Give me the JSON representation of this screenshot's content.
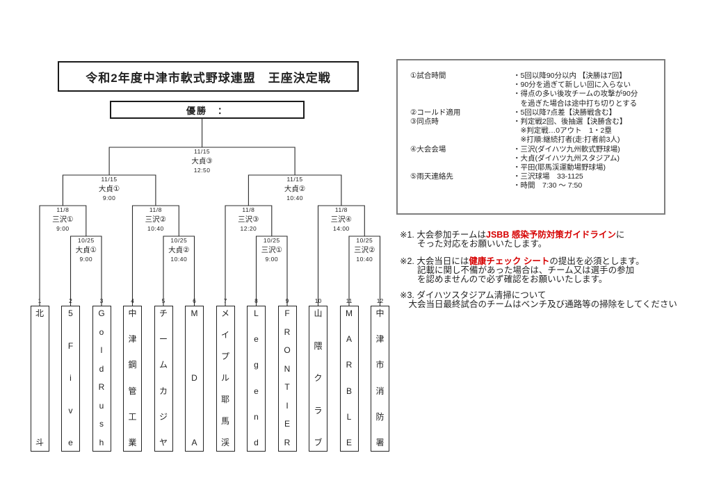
{
  "page": {
    "title": "令和2年度中津市軟式野球連盟　王座決定戦",
    "champion_label": "優勝　："
  },
  "bracket": {
    "teams": [
      {
        "seed": "1",
        "name": "北斗"
      },
      {
        "seed": "2",
        "name": "5Five"
      },
      {
        "seed": "3",
        "name": "GoldRush"
      },
      {
        "seed": "4",
        "name": "中津鋼管工業"
      },
      {
        "seed": "5",
        "name": "チームカジヤ"
      },
      {
        "seed": "6",
        "name": "MDA"
      },
      {
        "seed": "7",
        "name": "メイプル耶馬渓"
      },
      {
        "seed": "8",
        "name": "Legend"
      },
      {
        "seed": "9",
        "name": "FRONTIER"
      },
      {
        "seed": "10",
        "name": "山隈クラブ"
      },
      {
        "seed": "11",
        "name": "MARBLE"
      },
      {
        "seed": "12",
        "name": "中津市消防署"
      }
    ],
    "rounds": {
      "round1": [
        {
          "date": "10/25",
          "venue": "大貞①",
          "time": "9:00"
        },
        {
          "date": "10/25",
          "venue": "大貞②",
          "time": "10:40"
        },
        {
          "date": "10/25",
          "venue": "三沢①",
          "time": "9:00"
        },
        {
          "date": "10/25",
          "venue": "三沢②",
          "time": "10:40"
        }
      ],
      "quarterfinals": [
        {
          "date": "11/8",
          "venue": "三沢①",
          "time": "9:00"
        },
        {
          "date": "11/8",
          "venue": "三沢②",
          "time": "10:40"
        },
        {
          "date": "11/8",
          "venue": "三沢③",
          "time": "12:20"
        },
        {
          "date": "11/8",
          "venue": "三沢④",
          "time": "14:00"
        }
      ],
      "semifinals": [
        {
          "date": "11/15",
          "venue": "大貞①",
          "time": "9:00"
        },
        {
          "date": "11/15",
          "venue": "大貞②",
          "time": "10:40"
        }
      ],
      "final": {
        "date": "11/15",
        "venue": "大貞③",
        "time": "12:50"
      }
    }
  },
  "info_panel": {
    "rows": [
      {
        "label": "①試合時間",
        "value": "・5回以降90分以内 【決勝は7回】"
      },
      {
        "label": "",
        "value": "・90分を過ぎて新しい回に入らない"
      },
      {
        "label": "",
        "value": "・得点の多い後攻チームの攻撃が90分"
      },
      {
        "label": "",
        "value": "　を過ぎた場合は途中打ち切りとする"
      },
      {
        "label": "②コールド適用",
        "value": "・5回以降7点差【決勝戦含む】"
      },
      {
        "label": "③同点時",
        "value": "・判定戦2回、後抽選【決勝含む】"
      },
      {
        "label": "",
        "value": "　※判定戦…0アウト　1・2塁"
      },
      {
        "label": "",
        "value": "　※打順:継続打者(走:打者前3人)"
      },
      {
        "label": "④大会会場",
        "value": "・三沢(ダイハツ九州軟式野球場)"
      },
      {
        "label": "",
        "value": "・大貞(ダイハツ九州スタジアム)"
      },
      {
        "label": "",
        "value": "・平田(耶馬渓運動場野球場)"
      },
      {
        "label": "⑤雨天連絡先",
        "value": "・三沢球場　33-1125"
      },
      {
        "label": "",
        "value": "・時間　7:30 ～ 7:50"
      }
    ]
  },
  "notes": [
    {
      "lines": [
        [
          {
            "text": "※1. 大会参加チームは",
            "red": false
          },
          {
            "text": "JSBB 感染予防対策ガイドライン",
            "red": true
          },
          {
            "text": "に",
            "red": false
          }
        ],
        [
          {
            "text": "　　そった対応をお願いいたします。",
            "red": false
          }
        ]
      ]
    },
    {
      "lines": [
        [
          {
            "text": "※2. 大会当日には",
            "red": false
          },
          {
            "text": "健康チェック シート",
            "red": true
          },
          {
            "text": "の提出を必須とします。",
            "red": false
          }
        ],
        [
          {
            "text": "　　記載に関し不備があった場合は、チーム又は選手の参加",
            "red": false
          }
        ],
        [
          {
            "text": "　　を認めませんので必ず確認をお願いいたします。",
            "red": false
          }
        ]
      ]
    },
    {
      "lines": [
        [
          {
            "text": "※3. ダイハツスタジアム清掃について",
            "red": false
          }
        ],
        [
          {
            "text": "　大会当日最終試合のチームはベンチ及び通路等の掃除をしてください",
            "red": false
          }
        ]
      ]
    }
  ],
  "colors": {
    "accent_red": "#d60000",
    "line_color": "#2a2a2a"
  }
}
